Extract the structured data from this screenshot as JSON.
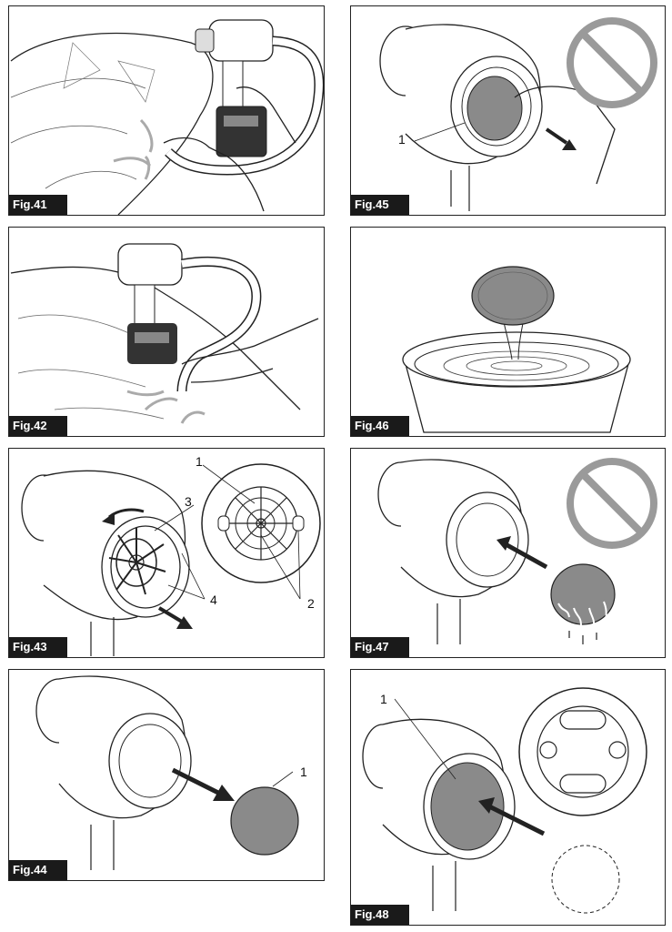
{
  "figures": [
    {
      "label": "Fig.41",
      "callouts": []
    },
    {
      "label": "Fig.45",
      "callouts": [
        "1"
      ]
    },
    {
      "label": "Fig.42",
      "callouts": []
    },
    {
      "label": "Fig.46",
      "callouts": []
    },
    {
      "label": "Fig.43",
      "callouts": [
        "1",
        "3",
        "4",
        "2"
      ]
    },
    {
      "label": "Fig.47",
      "callouts": []
    },
    {
      "label": "Fig.44",
      "callouts": [
        "1"
      ]
    },
    {
      "label": "Fig.48",
      "callouts": [
        "1"
      ]
    }
  ],
  "colors": {
    "ink": "#222222",
    "label_bg": "#1a1a1a",
    "filter_gray": "#8a8a8a",
    "prohibition": "#9a9a9a"
  }
}
